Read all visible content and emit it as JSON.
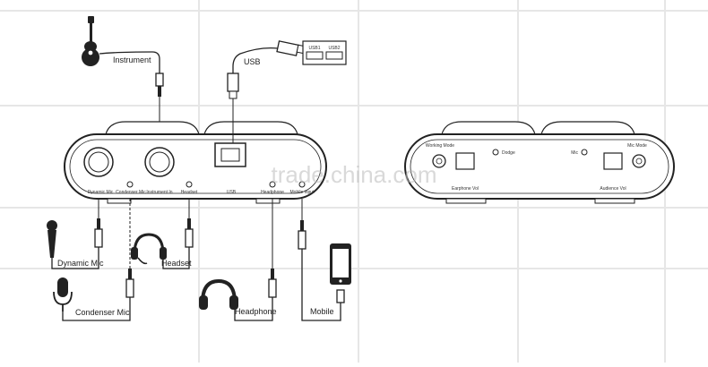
{
  "labels": {
    "instrument": "Instrument",
    "usb": "USB",
    "dynamic_mic": "Dynamic Mic",
    "condenser_mic": "Condenser Mic",
    "headset": "Headset",
    "headphone": "Headphone",
    "mobile": "Mobile"
  },
  "front_ports": {
    "dynamic_mic": "Dynamic Mic",
    "condenser_mic": "Condenser Mic",
    "instrument_in": "Instrument In",
    "headset": "Headset",
    "usb": "USB",
    "headphone": "Headphone",
    "mobile_input": "Mobile input"
  },
  "back_panel": {
    "working_mode": "Working Mode",
    "dodge": "Dodge",
    "mic": "Mic",
    "mic_mode": "Mic Mode",
    "earphone_vol": "Earphone Vol",
    "audience_vol": "Audience Vol"
  },
  "usb_ports": {
    "usb1": "USB1",
    "usb2": "USB2"
  },
  "watermark": "trade.china.com",
  "colors": {
    "line": "#222222",
    "grid": "#e6e6e6",
    "device_fill": "#ffffff",
    "watermark": "#bbbbbb"
  }
}
